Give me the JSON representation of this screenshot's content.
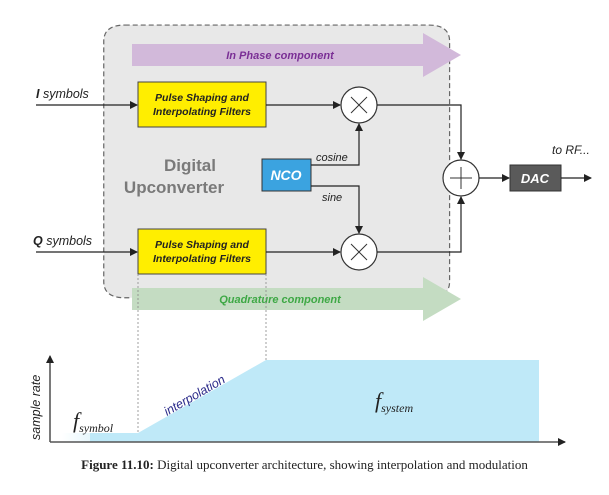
{
  "diagram": {
    "block_title_line1": "Digital",
    "block_title_line2": "Upconverter",
    "in_phase_label": "In Phase component",
    "quadrature_label": "Quadrature component",
    "i_input": {
      "bold": "I",
      "rest": " symbols"
    },
    "q_input": {
      "bold": "Q",
      "rest": " symbols"
    },
    "filter_top": {
      "line1": "Pulse Shaping and",
      "line2": "Interpolating Filters"
    },
    "filter_bottom": {
      "line1": "Pulse Shaping and",
      "line2": "Interpolating Filters"
    },
    "nco_label": "NCO",
    "cosine_label": "cosine",
    "sine_label": "sine",
    "dac_label": "DAC",
    "output_label": "to RF...",
    "colors": {
      "filter_fill": "#ffee00",
      "nco_fill": "#3ba3e0",
      "dac_fill": "#5a5a5a",
      "in_phase_arrow": "#d2b9da",
      "in_phase_text": "#7a2f95",
      "quadrature_arrow": "#c4dcc2",
      "quadrature_text": "#3ea845",
      "block_bg": "#e8e8e8",
      "rate_fill": "#bfe9f8"
    }
  },
  "rate_plot": {
    "ylabel": "sample rate",
    "interp_label": "interpolation",
    "f_symbol": {
      "main": "f",
      "sub": "symbol"
    },
    "f_system": {
      "main": "f",
      "sub": "system"
    }
  },
  "caption": {
    "bold": "Figure 11.10:",
    "text": " Digital upconverter architecture, showing interpolation and modulation"
  }
}
